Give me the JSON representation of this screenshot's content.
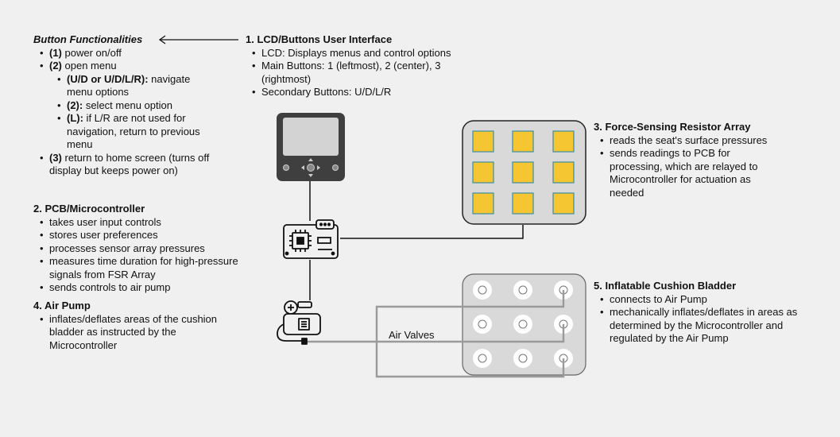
{
  "button_functionalities": {
    "title": "Button Functionalities",
    "items": [
      {
        "key": "(1)",
        "text": " power on/off"
      },
      {
        "key": "(2)",
        "text": " open menu"
      },
      {
        "key": "(U/D or U/D/L/R):",
        "text": " navigate menu options"
      },
      {
        "key": "(2):",
        "text": " select menu option"
      },
      {
        "key": "(L):",
        "text": " if L/R are not used for navigation, return to previous menu"
      },
      {
        "key": "(3)",
        "text": " return to home screen (turns off display but keeps power on)"
      }
    ]
  },
  "lcd_section": {
    "title": "1. LCD/Buttons User Interface",
    "items": [
      "LCD: Displays menus and control options",
      "Main Buttons: 1 (leftmost), 2 (center), 3 (rightmost)",
      "Secondary Buttons: U/D/L/R"
    ]
  },
  "pcb_section": {
    "title": "2. PCB/Microcontroller",
    "items": [
      "takes user input controls",
      "stores user preferences",
      "processes sensor array pressures",
      "measures time duration for high-pressure signals from FSR Array",
      "sends controls to air pump"
    ]
  },
  "fsr_section": {
    "title": "3. Force-Sensing Resistor Array",
    "items": [
      "reads the seat's surface pressures",
      "sends readings to PCB for processing, which are relayed to Microcontroller for actuation as needed"
    ]
  },
  "pump_section": {
    "title": "4. Air Pump",
    "items": [
      "inflates/deflates areas of the cushion bladder as instructed by the Microcontroller"
    ]
  },
  "bladder_section": {
    "title": "5. Inflatable Cushion Bladder",
    "items": [
      "connects to Air Pump",
      "mechanically inflates/deflates in areas as determined by the Microcontroller and regulated by the Air Pump"
    ]
  },
  "air_valves_label": "Air Valves",
  "colors": {
    "background": "#f0f0f0",
    "device_dark": "#3f3f3f",
    "lcd_screen": "#d3d3d3",
    "panel_fill": "#d9d9d9",
    "fsr_sensor": "#f6c532",
    "fsr_border": "#3a8fa0",
    "tube": "#9a9a9a"
  },
  "icons": [
    "lcd-device-icon",
    "pcb-chip-icon",
    "air-pump-icon",
    "arrow-left-icon"
  ]
}
